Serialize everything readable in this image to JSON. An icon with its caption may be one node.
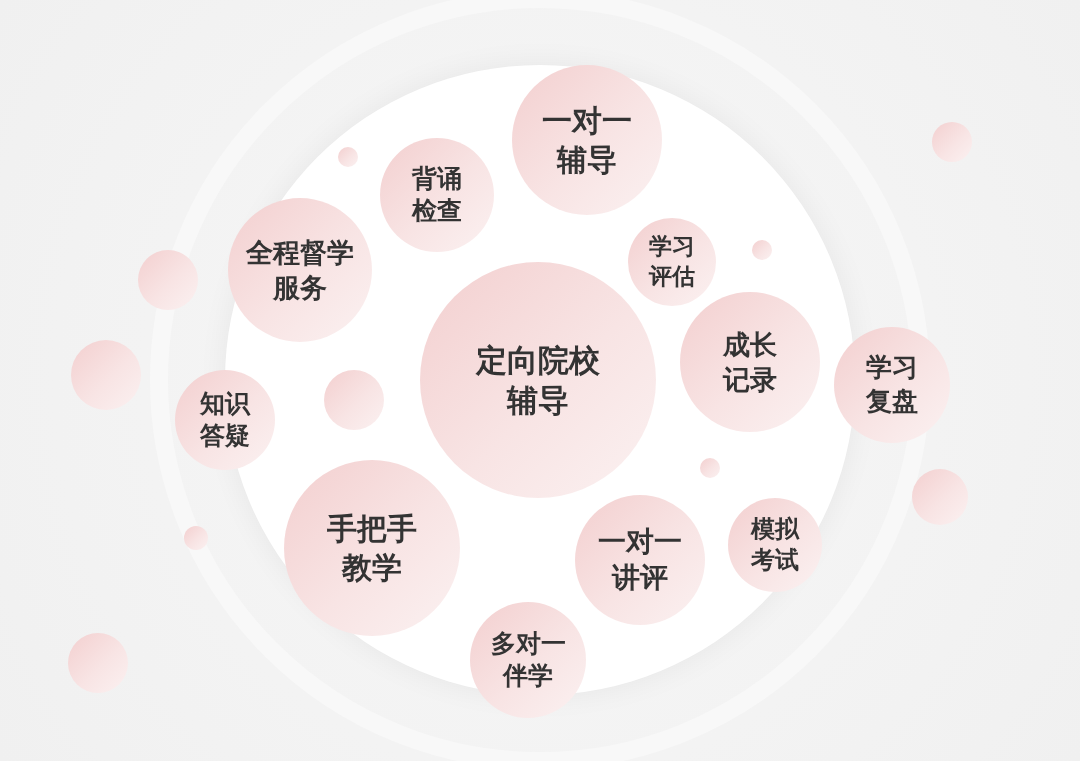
{
  "diagram": {
    "nodes": [
      {
        "text": [],
        "shape": "circle"
      },
      {
        "text": [
          "背诵检查"
        ],
        "in": 0
      },
      {
        "text": [
          "一对一辅导"
        ],
        "in": 0
      },
      {
        "text": [
          "全程督学服务"
        ],
        "in": 0
      },
      {
        "text": [
          "学习评估"
        ],
        "in": 0
      },
      {
        "text": [
          "成长记录"
        ],
        "in": 0
      },
      {
        "text": [
          "学习复盘"
        ]
      },
      {
        "text": [
          "定向院校辅导"
        ],
        "in": 0
      },
      {
        "text": [
          "知识答疑"
        ]
      },
      {
        "text": [
          "手把手教学"
        ],
        "in": 0
      },
      {
        "text": [
          "一对一讲评"
        ],
        "in": 0
      },
      {
        "text": [
          "模拟考试"
        ],
        "in": 0
      },
      {
        "text": [
          "多对一伴学"
        ]
      },
      {
        "text": [],
        "shape": "circle"
      },
      {
        "text": [],
        "shape": "circle"
      },
      {
        "text": [],
        "shape": "circle",
        "in": 0
      },
      {
        "text": [],
        "shape": "circle",
        "in": 0
      },
      {
        "text": [],
        "shape": "circle"
      },
      {
        "text": [],
        "shape": "circle",
        "in": 0
      },
      {
        "text": [],
        "shape": "circle",
        "in": 0
      },
      {
        "text": [],
        "shape": "circle"
      },
      {
        "text": [],
        "shape": "circle"
      },
      {
        "text": [],
        "shape": "circle"
      }
    ],
    "edges": []
  }
}
